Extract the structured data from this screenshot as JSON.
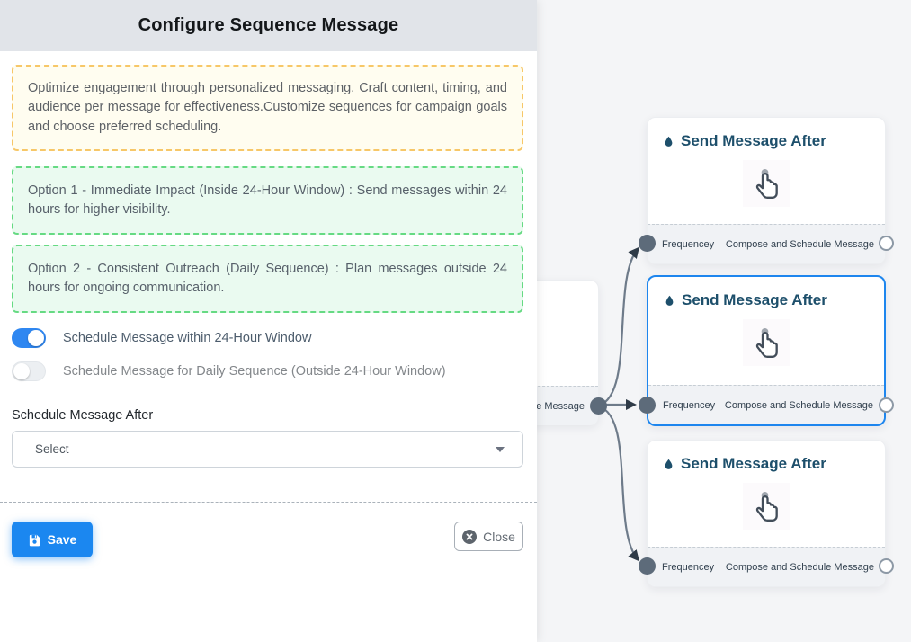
{
  "drawer": {
    "title": "Configure Sequence Message",
    "info_box": "Optimize engagement through personalized messaging. Craft content, timing, and audience per message for effectiveness.Customize sequences for campaign goals and choose preferred scheduling.",
    "options": [
      {
        "text": "Option 1 - Immediate Impact (Inside 24-Hour Window) : Send messages within 24 hours for higher visibility."
      },
      {
        "text": "Option 2 - Consistent Outreach (Daily Sequence) : Plan messages outside 24 hours for ongoing communication."
      }
    ],
    "toggles": [
      {
        "label": "Schedule Message within 24-Hour Window",
        "state": "on"
      },
      {
        "label": "Schedule Message for Daily Sequence (Outside 24-Hour Window)",
        "state": "off"
      }
    ],
    "schedule_after": {
      "label": "Schedule Message After",
      "placeholder": "Select"
    },
    "buttons": {
      "save": "Save",
      "close": "Close"
    }
  },
  "canvas": {
    "partial_node": {
      "footer_label": "ce Message"
    },
    "nodes": [
      {
        "title": "Send Message After",
        "source_label": "Frequencey",
        "target_label": "Compose and Schedule Message",
        "selected": false
      },
      {
        "title": "Send Message After",
        "source_label": "Frequencey",
        "target_label": "Compose and Schedule Message",
        "selected": true
      },
      {
        "title": "Send Message After",
        "source_label": "Frequencey",
        "target_label": "Compose and Schedule Message",
        "selected": false
      }
    ]
  },
  "colors": {
    "primary_blue": "#1b87f0",
    "toggle_on": "#2f87f1",
    "selected_node_border": "#1e86ee",
    "node_title": "#1d4f6b",
    "edge_stroke": "#6e7b8a",
    "warning_border": "#f7c768",
    "warning_bg": "#fffdf0",
    "success_border": "#66da83",
    "success_bg": "#eafaf0",
    "header_bg": "#e1e4e9",
    "canvas_bg": "#f4f5f7"
  }
}
